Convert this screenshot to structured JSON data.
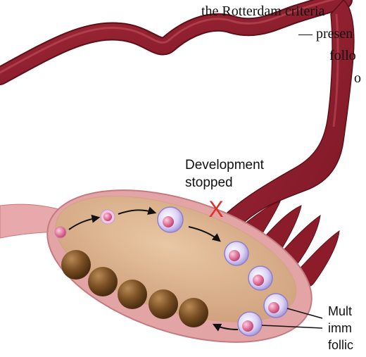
{
  "article_text": {
    "line1": "the Rotterdam criteria",
    "line2": "— presen",
    "line3": "follo",
    "line4": "o"
  },
  "labels": {
    "development_line1": "Development",
    "development_line2": "stopped",
    "stop_mark": "X",
    "multi_line1": "Mult",
    "multi_line2": "imm",
    "multi_line3": "follic"
  },
  "colors": {
    "fallopian_tube": "#8c1c2a",
    "ovary_capsule": "#e3a4a6",
    "ovary_interior": "#ddb58f",
    "mature_follicle": "#7a4f24",
    "immature_follicle_ring": "#b6a6e0",
    "immature_follicle_core": "#e0709a",
    "stop_mark": "#e0302a"
  }
}
